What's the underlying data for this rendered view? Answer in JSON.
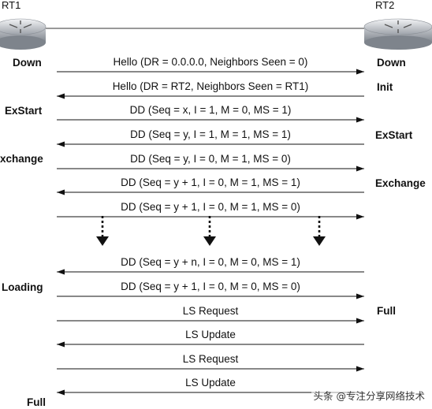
{
  "routers": {
    "left_name": "RT1",
    "right_name": "RT2",
    "left_icon": "router-icon",
    "right_icon": "router-icon"
  },
  "left_states": [
    "Down",
    "ExStart",
    "xchange",
    "Loading",
    "Full"
  ],
  "right_states": [
    "Down",
    "Init",
    "ExStart",
    "Exchange",
    "Full"
  ],
  "messages": [
    {
      "label": "Hello (DR = 0.0.0.0, Neighbors Seen = 0)",
      "direction": "right"
    },
    {
      "label": "Hello (DR = RT2, Neighbors Seen = RT1)",
      "direction": "left"
    },
    {
      "label": "DD (Seq = x, I = 1, M = 0, MS = 1)",
      "direction": "right"
    },
    {
      "label": "DD (Seq = y, I = 1, M = 1, MS = 1)",
      "direction": "left"
    },
    {
      "label": "DD (Seq = y, I = 0, M = 1, MS = 0)",
      "direction": "right"
    },
    {
      "label": "DD (Seq = y + 1, I = 0, M = 1, MS = 1)",
      "direction": "left"
    },
    {
      "label": "DD (Seq = y + 1, I = 0, M = 1, MS = 0)",
      "direction": "right"
    },
    {
      "label": "DD (Seq = y + n, I = 0, M = 0, MS = 1)",
      "direction": "left"
    },
    {
      "label": "DD (Seq = y + 1, I = 0, M = 0, MS = 0)",
      "direction": "right"
    },
    {
      "label": "LS Request",
      "direction": "right"
    },
    {
      "label": "LS Update",
      "direction": "left"
    },
    {
      "label": "LS Request",
      "direction": "right"
    },
    {
      "label": "LS Update",
      "direction": "left"
    }
  ],
  "continuation_icon": "dotted-down-arrow-icon",
  "watermark": "头条 @专注分享网络技术",
  "colors": {
    "line": "#111111",
    "router_body": "#b8bcc2",
    "router_top": "#e1e4e8"
  }
}
